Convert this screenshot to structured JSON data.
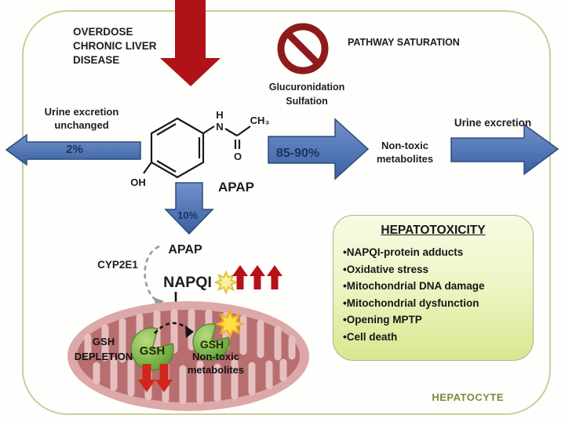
{
  "colors": {
    "arrow_blue": "#4a72b8",
    "arrow_red": "#b01218",
    "prohibition_red": "#8e1a1b",
    "percent_text": "#17365d",
    "cell_border_green": "#c9cf99",
    "hepatotoxicity_box_top": "#f7fbe3",
    "hepatotoxicity_box_bottom": "#d8e78f",
    "hepatocyte_text": "#7c8a3d",
    "mitochondrion_fill": "#b76e6e",
    "gsh_green": "#6fae3a",
    "burst_yellow": "#ffdf43"
  },
  "top": {
    "overdose_lines": [
      "OVERDOSE",
      "CHRONIC LIVER",
      "DISEASE"
    ],
    "pathway_saturation": "PATHWAY SATURATION",
    "conjugation_lines": [
      "Glucuronidation",
      "Sulfation"
    ]
  },
  "left_branch": {
    "caption_lines": [
      "Urine excretion",
      "unchanged"
    ],
    "percent": "2%"
  },
  "conjugation_branch": {
    "percent": "85-90%",
    "product_lines": [
      "Non-toxic",
      "metabolites"
    ],
    "excretion": "Urine excretion"
  },
  "molecule": {
    "label": "APAP",
    "atom_h": "H",
    "atom_n": "N",
    "atom_ch3": "CH₃",
    "atom_o": "O",
    "atom_oh": "OH"
  },
  "oxidation_branch": {
    "percent": "10%",
    "substrate": "APAP",
    "enzyme": "CYP2E1",
    "metabolite": "NAPQI"
  },
  "mitochondrion": {
    "gsh_left": "GSH",
    "gsh_right": "GSH",
    "depletion_lines": [
      "GSH",
      "DEPLETION"
    ],
    "product_lines": [
      "Non-toxic",
      "metabolites"
    ]
  },
  "hepatotoxicity_box": {
    "title": "HEPATOTOXICITY",
    "items": [
      "•NAPQI-protein adducts",
      "•Oxidative stress",
      "•Mitochondrial DNA damage",
      "•Mitochondrial dysfunction",
      "•Opening MPTP",
      "•Cell death"
    ]
  },
  "cell_label": "HEPATOCYTE"
}
